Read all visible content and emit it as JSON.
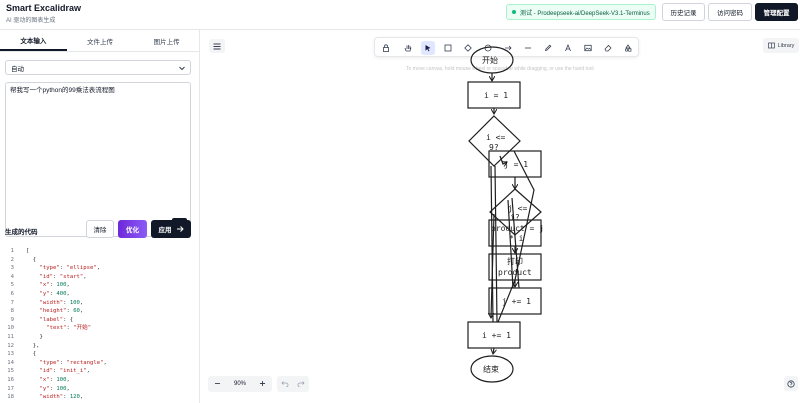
{
  "header": {
    "title": "Smart Excalidraw",
    "subtitle": "AI 驱动的图表生成",
    "model": "测试 - Prodeepseek-ai/DeepSeek-V3.1-Terminus",
    "history_label": "历史记录",
    "access_label": "访问密码",
    "admin_label": "管理配置"
  },
  "left_panel": {
    "tabs": [
      "文本输入",
      "文件上传",
      "图片上传"
    ],
    "chart_type": "自动",
    "prompt": "帮我写一个python的99乘法表流程图",
    "code_label": "生成的代码",
    "clear_label": "清除",
    "optimize_label": "优化",
    "apply_label": "应用"
  },
  "code_lines": [
    {
      "n": "1",
      "t": "["
    },
    {
      "n": "2",
      "t": "  {"
    },
    {
      "n": "3",
      "t": "    \"type\": \"ellipse\","
    },
    {
      "n": "4",
      "t": "    \"id\": \"start\","
    },
    {
      "n": "5",
      "t": "    \"x\": 100,"
    },
    {
      "n": "6",
      "t": "    \"y\": 400,"
    },
    {
      "n": "7",
      "t": "    \"width\": 100,"
    },
    {
      "n": "8",
      "t": "    \"height\": 60,"
    },
    {
      "n": "9",
      "t": "    \"label\": {"
    },
    {
      "n": "10",
      "t": "      \"text\": \"开始\""
    },
    {
      "n": "11",
      "t": "    }"
    },
    {
      "n": "12",
      "t": "  },"
    },
    {
      "n": "13",
      "t": "  {"
    },
    {
      "n": "14",
      "t": "    \"type\": \"rectangle\","
    },
    {
      "n": "15",
      "t": "    \"id\": \"init_i\","
    },
    {
      "n": "16",
      "t": "    \"x\": 100,"
    },
    {
      "n": "17",
      "t": "    \"y\": 100,"
    },
    {
      "n": "18",
      "t": "    \"width\": 120,"
    }
  ],
  "canvas": {
    "hint": "To move canvas, hold mouse wheel or spacebar while dragging, or use the hand tool",
    "library_label": "Library",
    "zoom": "90%",
    "nodes": {
      "start": "开始",
      "init_i": "i = 1",
      "cond_i": "i <=",
      "cond_i2": "9?",
      "init_j": "j = 1",
      "cond_j": "j <=",
      "cond_j2": "i?",
      "product": "product = j",
      "product2": "* i",
      "print1": "打印",
      "print2": "product",
      "inc_j": "j += 1",
      "inc_i": "i += 1",
      "end": "结束"
    }
  },
  "colors": {
    "accent": "#111827",
    "optimize": "#7c3aed",
    "badge_bg": "#ecfdf5",
    "tool_active": "#e0e7ff"
  }
}
